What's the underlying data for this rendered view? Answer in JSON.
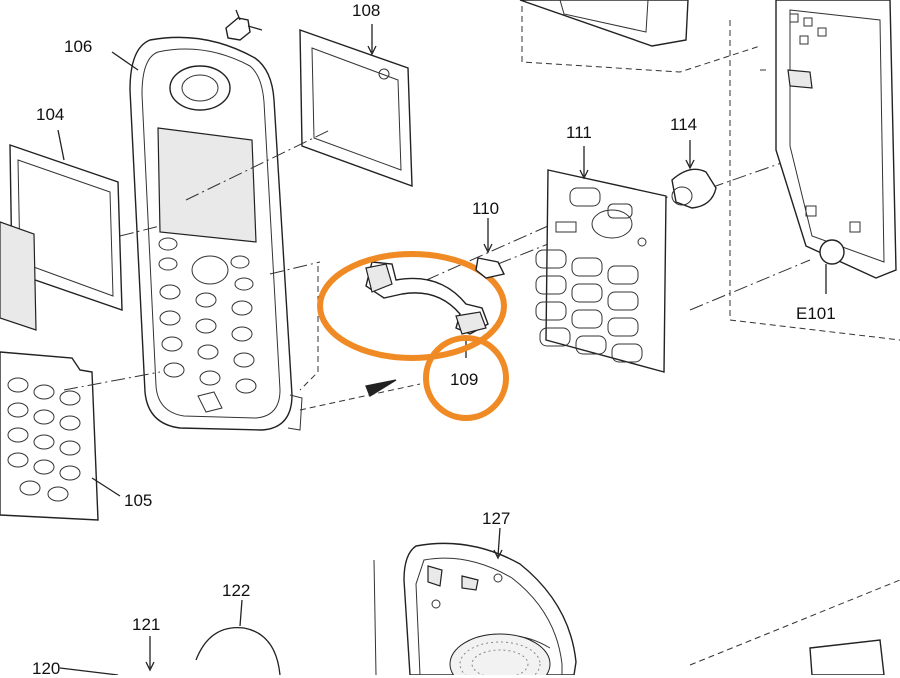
{
  "labels": {
    "p106": "106",
    "p108": "108",
    "p104": "104",
    "p111": "111",
    "p114": "114",
    "p110": "110",
    "p109": "109",
    "pE101": "E101",
    "p105": "105",
    "p127": "127",
    "p122": "122",
    "p121": "121",
    "p120": "120"
  },
  "colors": {
    "highlight": "#f08a24",
    "line": "#222222",
    "background": "#ffffff"
  }
}
